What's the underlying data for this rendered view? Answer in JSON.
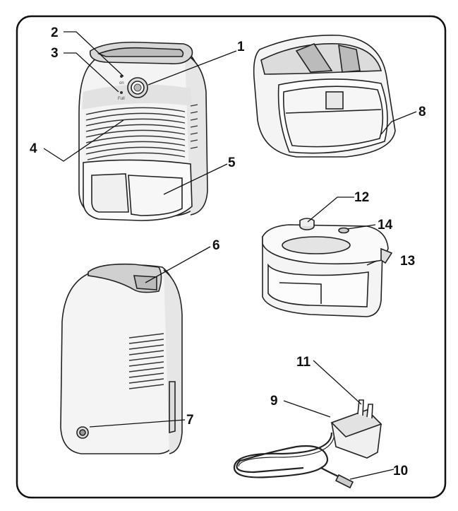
{
  "callouts": {
    "c1": "1",
    "c2": "2",
    "c3": "3",
    "c4": "4",
    "c5": "5",
    "c6": "6",
    "c7": "7",
    "c8": "8",
    "c9": "9",
    "c10": "10",
    "c11": "11",
    "c12": "12",
    "c13": "13",
    "c14": "14"
  },
  "panel_labels": {
    "on": "on",
    "full": "Full"
  }
}
